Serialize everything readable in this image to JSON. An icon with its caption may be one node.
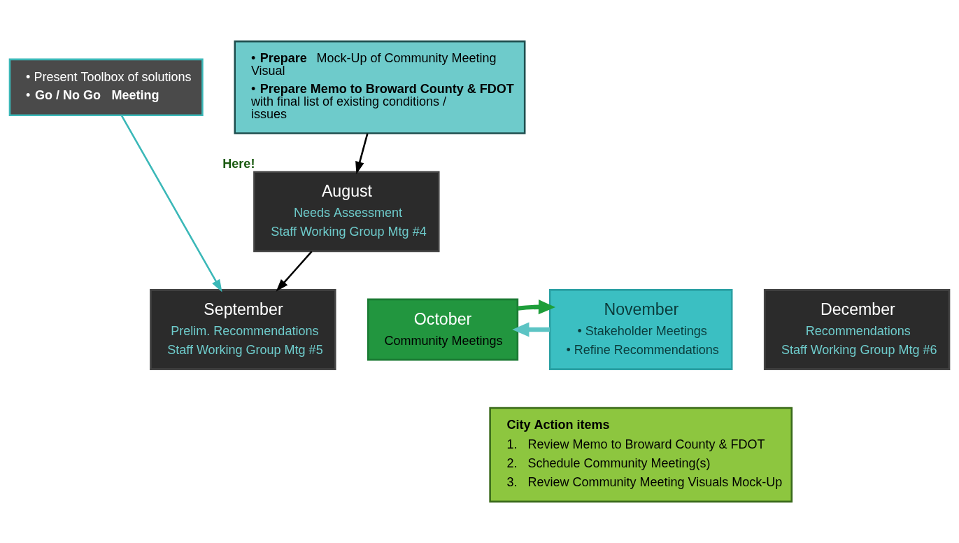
{
  "diagram": {
    "nodes": [
      {
        "text": [
          "• **Prepare** Mock-Up of Community Meeting Visual",
          "• **Prepare Memo to Broward County & FDOT** with final list of existing conditions / issues"
        ]
      },
      {
        "text": [
          "August",
          "Needs Assessment",
          "Staff Working Group Mtg #4"
        ],
        "beside": [
          "Here!"
        ]
      },
      {
        "text": [
          "• Present Toolbox of solutions",
          "• **Go / No Go** **Meeting**"
        ]
      },
      {
        "text": [
          "September",
          "Prelim. Recommendations",
          "Staff Working Group Mtg #5"
        ]
      },
      {
        "text": [
          "October",
          "Community Meetings"
        ]
      },
      {
        "text": [
          "November",
          "• Stakeholder Meetings",
          "• Refine Recommendations"
        ]
      },
      {
        "text": [
          "December",
          "Recommendations",
          "Staff Working Group Mtg #6"
        ]
      },
      {
        "text": [
          "City Action items",
          "1.   Review Memo to Broward County & FDOT",
          "2.   Schedule Community Meeting(s)",
          "3.   Review Community Meeting Visuals Mock-Up"
        ]
      }
    ],
    "edges": [
      {
        "from": 0,
        "to": 1,
        "arrow": "to"
      },
      {
        "from": 1,
        "to": 3,
        "arrow": "to"
      },
      {
        "from": 2,
        "to": 3,
        "arrow": "to",
        "color": "#3bb8b8"
      },
      {
        "from": 5,
        "to": 4,
        "arrow": "to",
        "style": "thick",
        "color": "#5cc4c4"
      },
      {
        "from": 4,
        "to": 5,
        "arrow": "to",
        "style": "thick",
        "color": "#1e9e3a"
      }
    ]
  }
}
